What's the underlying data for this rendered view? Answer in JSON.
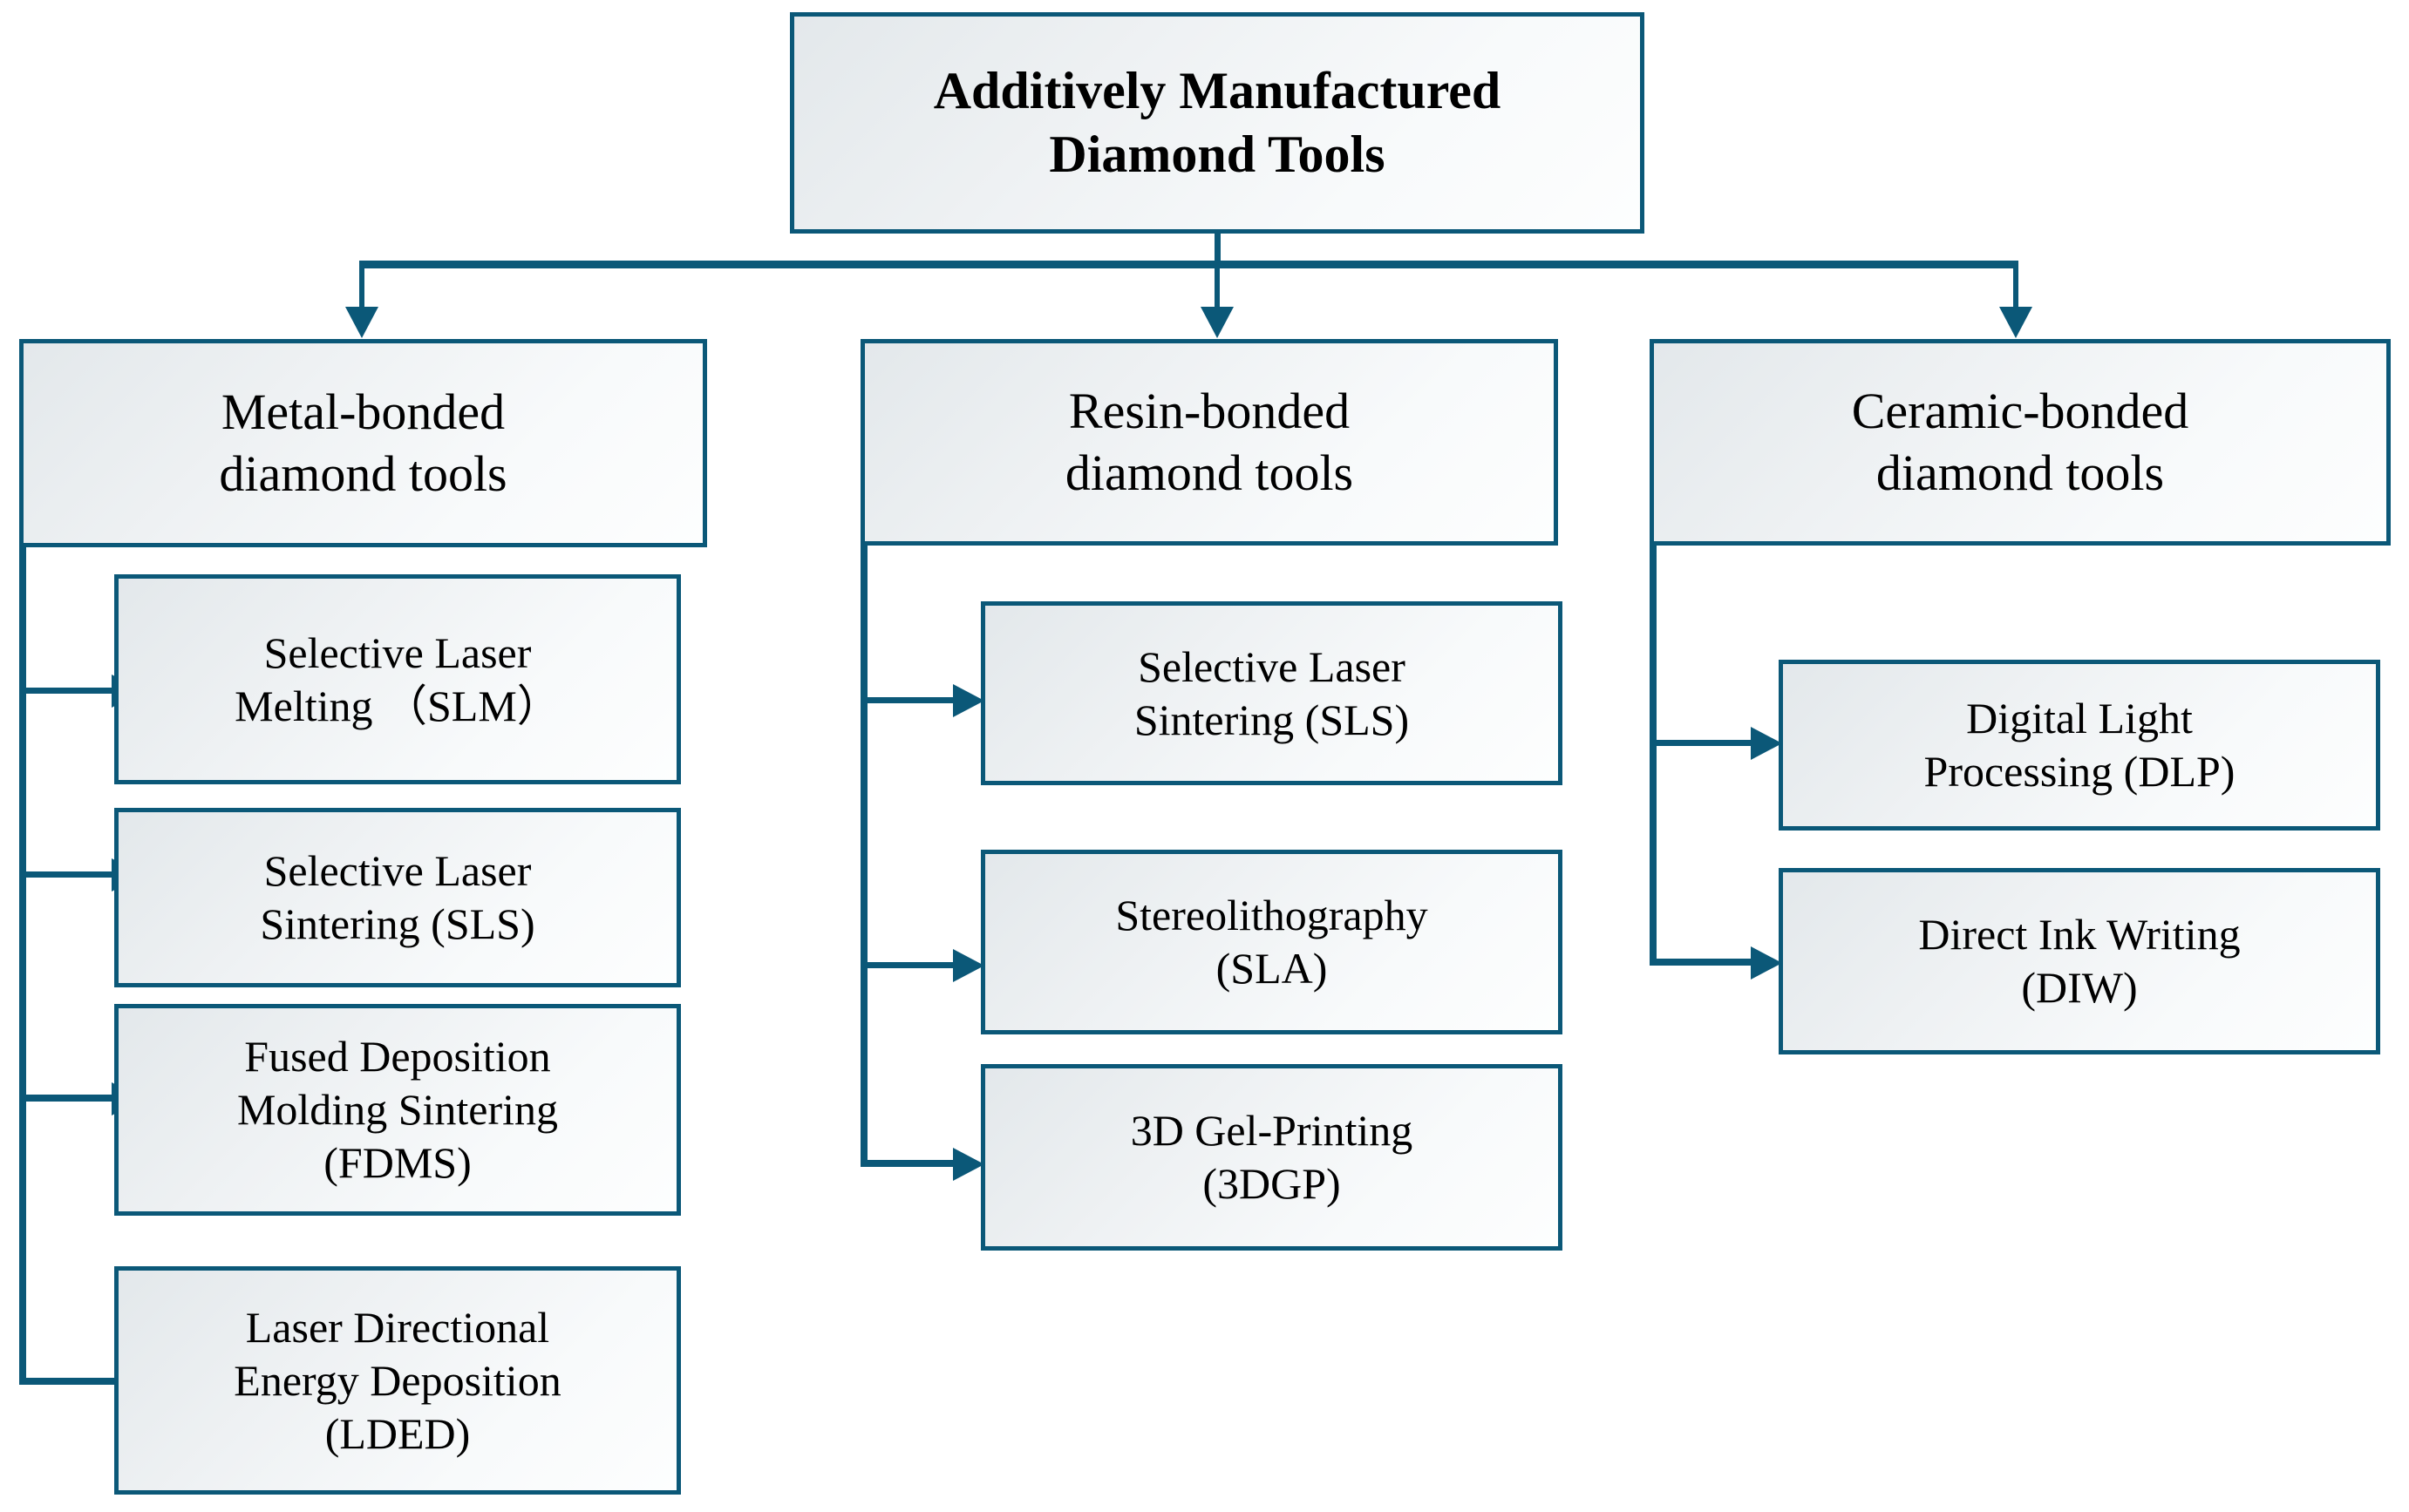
{
  "diagram": {
    "title": "Additively Manufactured Diamond Tools classification chart",
    "accent_color": "#0b5878",
    "box_fill_light": "#fdfefe",
    "box_fill_dark": "#e3e8eb",
    "text_color": "#000000"
  },
  "root": {
    "label": "Additively Manufactured\nDiamond Tools"
  },
  "branches": [
    {
      "label": "Metal-bonded\ndiamond tools",
      "children": [
        {
          "label": "Selective Laser\nMelting （SLM）"
        },
        {
          "label": "Selective Laser\nSintering (SLS)"
        },
        {
          "label": "Fused Deposition\nMolding Sintering\n(FDMS)"
        },
        {
          "label": "Laser Directional\nEnergy Deposition\n(LDED)"
        }
      ]
    },
    {
      "label": "Resin-bonded\ndiamond tools",
      "children": [
        {
          "label": "Selective Laser\nSintering  (SLS)"
        },
        {
          "label": "Stereolithography\n(SLA)"
        },
        {
          "label": "3D Gel-Printing\n(3DGP)"
        }
      ]
    },
    {
      "label": "Ceramic-bonded\ndiamond tools",
      "children": [
        {
          "label": "Digital Light\nProcessing (DLP)"
        },
        {
          "label": "Direct Ink Writing\n(DIW)"
        }
      ]
    }
  ]
}
